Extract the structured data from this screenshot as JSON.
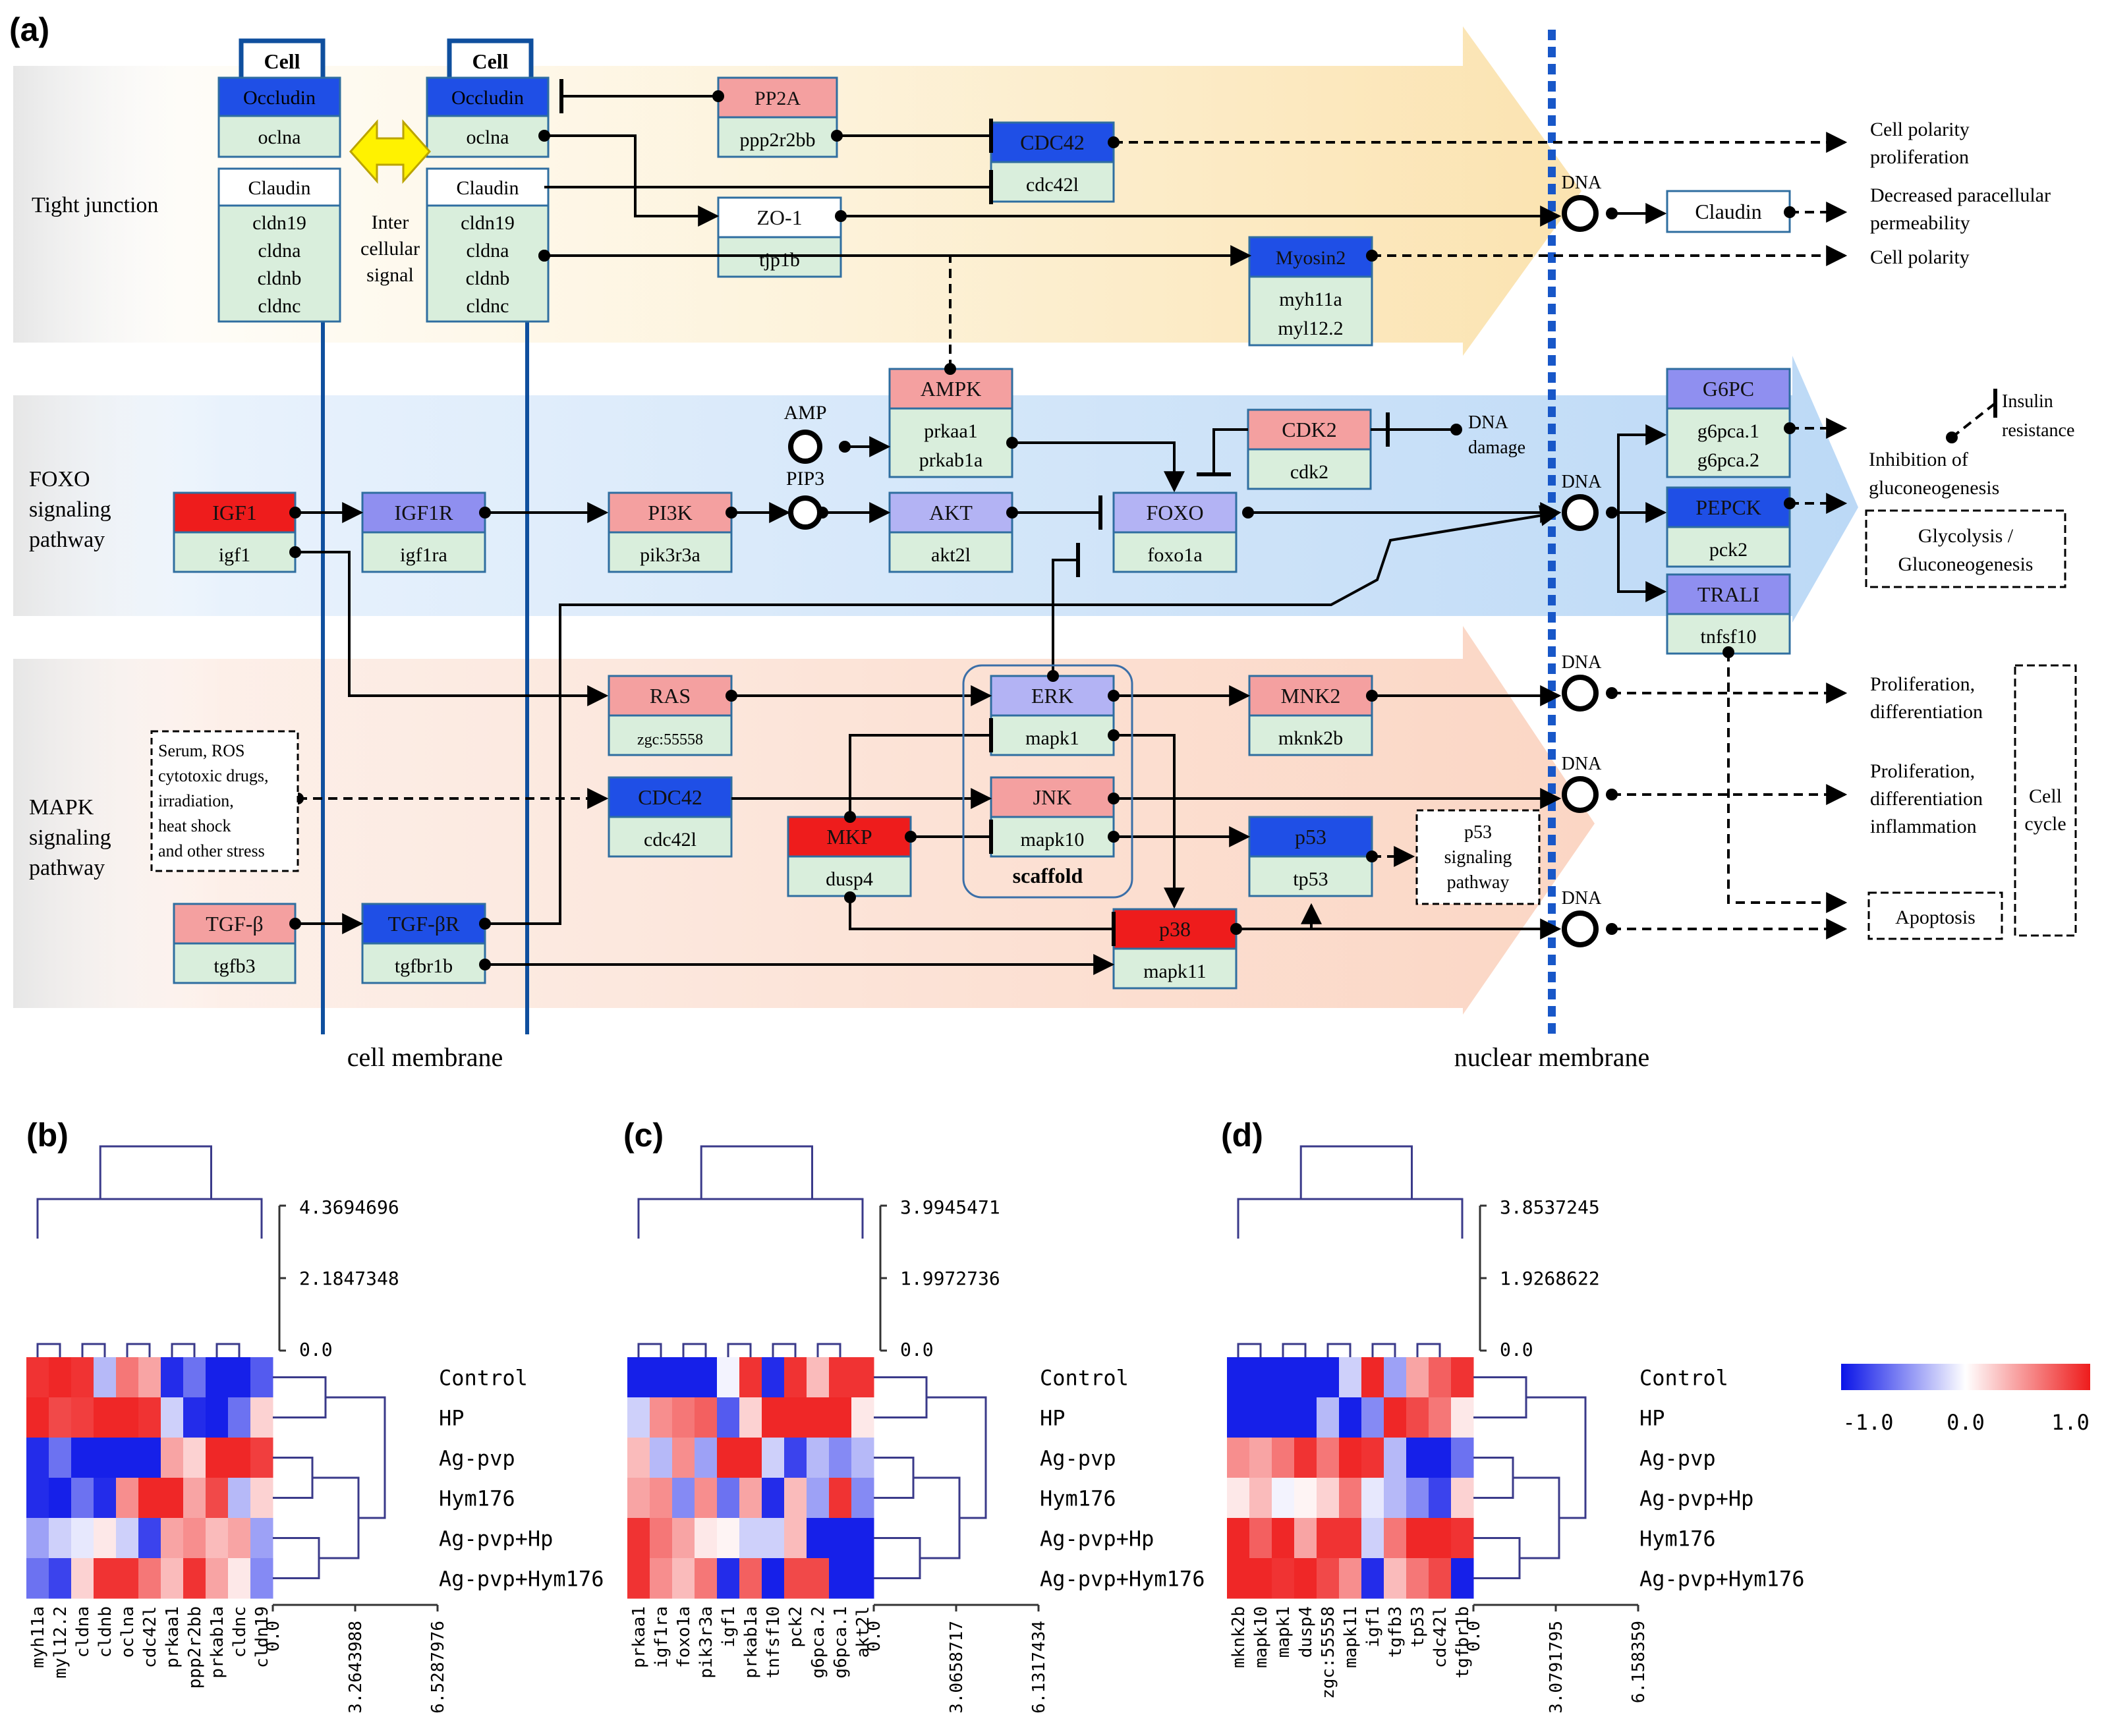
{
  "panel_labels": {
    "a": "(a)",
    "b": "(b)",
    "c": "(c)",
    "d": "(d)"
  },
  "colors": {
    "dark_blue": "#1f4fe6",
    "light_purple": "#b3b3f4",
    "mid_purple": "#8f8ff0",
    "light_red": "#f4a0a0",
    "red": "#ee1c1c",
    "gene_green": "#d9eedc",
    "yellow_band": "#fce9c2",
    "blue_band": "#cfe4f9",
    "red_band": "#fbe0d4",
    "membrane_blue": "#0f4f9e",
    "nuclear_blue": "#1857c8"
  },
  "pathways": {
    "tight": "Tight junction",
    "foxo": [
      "FOXO",
      "signaling",
      "pathway"
    ],
    "mapk": [
      "MAPK",
      "signaling",
      "pathway"
    ]
  },
  "membranes": {
    "cell": "cell membrane",
    "nuclear": "nuclear membrane"
  },
  "cells": {
    "cell_label": "Cell",
    "occludin": "Occludin",
    "ocln": "oclna",
    "claudin": "Claudin",
    "claudin_genes": [
      "cldn19",
      "cldna",
      "cldnb",
      "cldnc"
    ],
    "inter": [
      "Inter",
      "cellular",
      "signal"
    ]
  },
  "nodes": {
    "pp2a": {
      "protein": "PP2A",
      "genes": [
        "ppp2r2bb"
      ]
    },
    "cdc42_top": {
      "protein": "CDC42",
      "genes": [
        "cdc42l"
      ]
    },
    "zo1": {
      "protein": "ZO-1",
      "genes": [
        "tjp1b"
      ]
    },
    "myosin2": {
      "protein": "Myosin2",
      "genes": [
        "myh11a",
        "myl12.2"
      ]
    },
    "claudin_dna": {
      "protein": "Claudin"
    },
    "ampk": {
      "protein": "AMPK",
      "genes": [
        "prkaa1",
        "prkab1a"
      ]
    },
    "cdk2": {
      "protein": "CDK2",
      "genes": [
        "cdk2"
      ]
    },
    "igf1": {
      "protein": "IGF1",
      "genes": [
        "igf1"
      ]
    },
    "igf1r": {
      "protein": "IGF1R",
      "genes": [
        "igf1ra"
      ]
    },
    "pi3k": {
      "protein": "PI3K",
      "genes": [
        "pik3r3a"
      ]
    },
    "akt": {
      "protein": "AKT",
      "genes": [
        "akt2l"
      ]
    },
    "foxo": {
      "protein": "FOXO",
      "genes": [
        "foxo1a"
      ]
    },
    "g6pc": {
      "protein": "G6PC",
      "genes": [
        "g6pca.1",
        "g6pca.2"
      ]
    },
    "pepck": {
      "protein": "PEPCK",
      "genes": [
        "pck2"
      ]
    },
    "trali": {
      "protein": "TRALI",
      "genes": [
        "tnfsf10"
      ]
    },
    "ras": {
      "protein": "RAS",
      "genes": [
        "zgc:55558"
      ]
    },
    "erk": {
      "protein": "ERK",
      "genes": [
        "mapk1"
      ]
    },
    "mnk2": {
      "protein": "MNK2",
      "genes": [
        "mknk2b"
      ]
    },
    "cdc42_mid": {
      "protein": "CDC42",
      "genes": [
        "cdc42l"
      ]
    },
    "jnk": {
      "protein": "JNK",
      "genes": [
        "mapk10"
      ]
    },
    "mkp": {
      "protein": "MKP",
      "genes": [
        "dusp4"
      ]
    },
    "p53": {
      "protein": "p53",
      "genes": [
        "tp53"
      ]
    },
    "tgfb": {
      "protein": "TGF-β",
      "genes": [
        "tgfb3"
      ]
    },
    "tgfbr": {
      "protein": "TGF-βR",
      "genes": [
        "tgfbr1b"
      ]
    },
    "p38": {
      "protein": "p38",
      "genes": [
        "mapk11"
      ]
    }
  },
  "labels": {
    "amp": "AMP",
    "pip3": "PIP3",
    "dna": "DNA",
    "dna_damage": [
      "DNA",
      "damage"
    ],
    "scaffold": "scaffold",
    "stress": [
      "Serum, ROS",
      "cytotoxic drugs,",
      "irradiation,",
      "heat shock",
      "and other stress"
    ],
    "p53_pathway": [
      "p53",
      "signaling",
      "pathway"
    ],
    "cell_polarity_prolif": [
      "Cell polarity",
      "proliferation"
    ],
    "decreased_perm": [
      "Decreased paracellular",
      "permeability"
    ],
    "cell_polarity": "Cell polarity",
    "insulin": [
      "Insulin",
      "resistance"
    ],
    "inhibition": [
      "Inhibition  of",
      "gluconeogenesis"
    ],
    "glycolysis": [
      "Glycolysis /",
      "Gluconeogenesis"
    ],
    "prolif_diff": [
      "Proliferation,",
      "differentiation"
    ],
    "prolif_diff_inf": [
      "Proliferation,",
      "differentiation",
      "inflammation"
    ],
    "cell_cycle": [
      "Cell",
      "cycle"
    ],
    "apoptosis": "Apoptosis"
  },
  "heatmaps": {
    "legend": {
      "min": "-1.0",
      "mid": "0.0",
      "max": "1.0"
    },
    "b": {
      "top_scale": [
        "4.3694696",
        "2.1847348",
        "0.0"
      ],
      "side_scale": [
        "0.0",
        "3.2643988",
        "6.5287976"
      ],
      "rows": [
        "Control",
        "HP",
        "Ag-pvp",
        "Hym176",
        "Ag-pvp+Hp",
        "Ag-pvp+Hym176"
      ],
      "cols": [
        "myh11a",
        "myl12.2",
        "cldna",
        "cldnb",
        "oclna",
        "cdc42l",
        "prkaa1",
        "ppp2r2bb",
        "prkab1a",
        "cldnc",
        "cldn19"
      ],
      "values": [
        [
          0.9,
          0.95,
          0.9,
          -0.3,
          0.6,
          0.4,
          -0.9,
          -0.6,
          -0.95,
          -0.95,
          -0.7
        ],
        [
          0.95,
          0.8,
          0.85,
          0.95,
          0.95,
          0.9,
          -0.2,
          -0.9,
          -0.95,
          -0.6,
          0.2
        ],
        [
          -0.9,
          -0.6,
          -0.95,
          -0.95,
          -0.95,
          -0.95,
          0.4,
          0.2,
          0.95,
          0.95,
          0.85
        ],
        [
          -0.9,
          -0.95,
          -0.6,
          -0.9,
          0.5,
          0.95,
          0.95,
          0.4,
          0.8,
          -0.3,
          0.2
        ],
        [
          -0.4,
          -0.2,
          -0.1,
          0.1,
          -0.2,
          -0.8,
          0.4,
          0.5,
          0.3,
          0.4,
          -0.4
        ],
        [
          -0.6,
          -0.8,
          0.2,
          0.9,
          0.9,
          0.6,
          0.3,
          0.9,
          0.4,
          0.1,
          -0.5
        ]
      ]
    },
    "c": {
      "top_scale": [
        "3.9945471",
        "1.9972736",
        "0.0"
      ],
      "side_scale": [
        "0.0",
        "3.0658717",
        "6.1317434"
      ],
      "rows": [
        "Control",
        "HP",
        "Ag-pvp",
        "Hym176",
        "Ag-pvp+Hp",
        "Ag-pvp+Hym176"
      ],
      "cols": [
        "prkaa1",
        "igf1ra",
        "foxo1a",
        "pik3r3a",
        "igf1",
        "prkab1a",
        "tnfsf10",
        "pck2",
        "g6pca.2",
        "g6pca.1",
        "akt2l"
      ],
      "values": [
        [
          -0.95,
          -0.95,
          -0.95,
          -0.95,
          -0.05,
          0.9,
          -0.9,
          0.9,
          0.3,
          0.9,
          0.9
        ],
        [
          -0.2,
          0.5,
          0.6,
          0.7,
          -0.7,
          0.2,
          0.95,
          0.95,
          0.95,
          0.95,
          0.1
        ],
        [
          0.3,
          -0.3,
          0.5,
          -0.4,
          0.95,
          0.95,
          -0.2,
          -0.8,
          -0.3,
          -0.5,
          -0.3
        ],
        [
          0.4,
          0.5,
          -0.5,
          0.5,
          -0.6,
          0.4,
          -0.9,
          0.3,
          -0.4,
          0.9,
          -0.5
        ],
        [
          0.9,
          0.6,
          0.4,
          0.1,
          0.05,
          -0.2,
          -0.2,
          0.3,
          -0.95,
          -0.95,
          -0.95
        ],
        [
          0.9,
          0.5,
          0.3,
          0.6,
          -0.9,
          0.7,
          -0.95,
          0.8,
          0.8,
          -0.95,
          -0.95
        ]
      ]
    },
    "d": {
      "top_scale": [
        "3.8537245",
        "1.9268622",
        "0.0"
      ],
      "side_scale": [
        "0.0",
        "3.0791795",
        "6.158359"
      ],
      "rows": [
        "Control",
        "HP",
        "Ag-pvp",
        "Ag-pvp+Hp",
        "Hym176",
        "Ag-pvp+Hym176"
      ],
      "cols": [
        "mknk2b",
        "mapk10",
        "mapk1",
        "dusp4",
        "zgc:55558",
        "mapk11",
        "igf1",
        "tgfb3",
        "tp53",
        "cdc42l",
        "tgfbr1b"
      ],
      "values": [
        [
          -0.95,
          -0.95,
          -0.95,
          -0.95,
          -0.95,
          -0.2,
          0.95,
          -0.4,
          0.4,
          0.7,
          0.9
        ],
        [
          -0.95,
          -0.95,
          -0.95,
          -0.95,
          -0.3,
          -0.95,
          -0.5,
          0.95,
          0.8,
          0.6,
          0.1
        ],
        [
          0.5,
          0.4,
          0.6,
          0.9,
          0.6,
          0.95,
          0.9,
          -0.3,
          -0.95,
          -0.95,
          -0.6
        ],
        [
          0.1,
          0.3,
          -0.05,
          0.05,
          0.2,
          0.6,
          -0.1,
          -0.3,
          -0.5,
          -0.8,
          0.2
        ],
        [
          0.95,
          0.7,
          0.95,
          0.4,
          0.9,
          0.9,
          -0.2,
          0.6,
          0.95,
          0.95,
          0.9
        ],
        [
          0.95,
          0.95,
          0.9,
          0.95,
          0.8,
          0.5,
          -0.9,
          0.3,
          0.6,
          0.8,
          -0.95
        ]
      ]
    }
  }
}
